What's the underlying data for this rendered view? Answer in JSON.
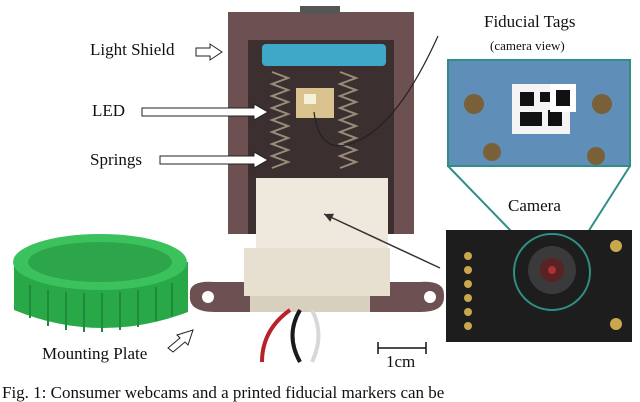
{
  "labels": {
    "light_shield": "Light Shield",
    "led": "LED",
    "springs": "Springs",
    "mounting_plate": "Mounting Plate",
    "fiducial_tags": "Fiducial Tags",
    "camera_view": "(camera view)",
    "camera": "Camera",
    "scale": "1cm"
  },
  "caption": "Fig. 1: Consumer webcams and a printed fiducial markers can be",
  "colors": {
    "shield_brown": "#6d5052",
    "blue_cap": "#3fa7c8",
    "green_cap": "#2fb84f",
    "white_block": "#efe8dc",
    "pcb_dark": "#1d1d1d",
    "callout_teal": "#2f8f86"
  }
}
